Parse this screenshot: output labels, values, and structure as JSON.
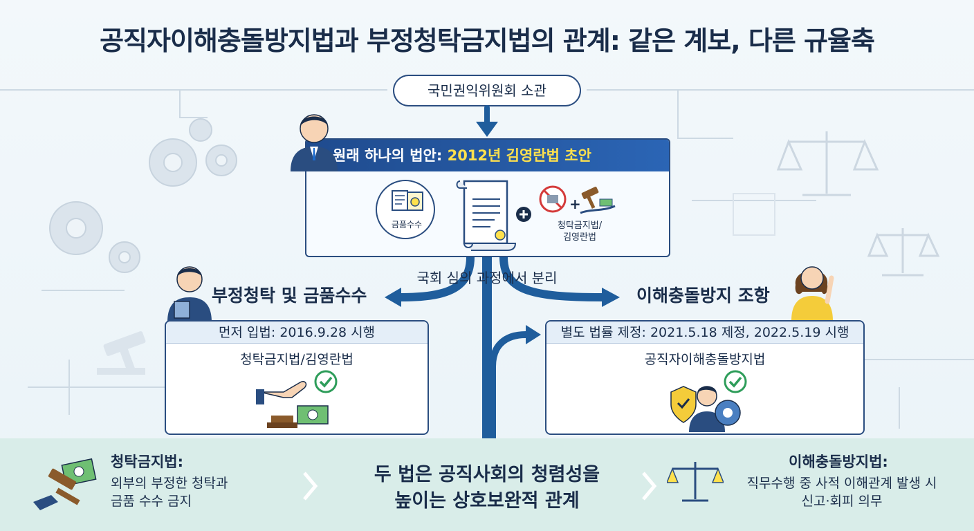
{
  "title": "공직자이해충돌방지법과 부정청탁금지법의 관계: 같은 계보, 다른 규율축",
  "top_pill": "국민권익위원회 소관",
  "origin": {
    "head_prefix": "원래 하나의 법안: ",
    "head_highlight": "2012년 김영란법 초안",
    "left_icon_label": "금품수수",
    "right_icon_label_1": "청탁금지법/",
    "right_icon_label_2": "김영란법"
  },
  "split_label": "국회 심의 과정에서 분리",
  "left_branch": {
    "title": "부정청탁 및 금품수수",
    "card_head": "먼저 입법: 2016.9.28 시행",
    "card_sub": "청탁금지법/김영란법"
  },
  "right_branch": {
    "title": "이해충돌방지 조항",
    "card_head": "별도 법률 제정: 2021.5.18 제정, 2022.5.19 시행",
    "card_sub": "공직자이해충돌방지법"
  },
  "bottom": {
    "left_title": "청탁금지법:",
    "left_line1": "외부의 부정한 청탁과",
    "left_line2": "금품 수수 금지",
    "center_line1": "두 법은 공직사회의 청렴성을",
    "center_line2": "높이는 상호보완적 관계",
    "right_title": "이해충돌방지법:",
    "right_line1": "직무수행 중 사적 이해관계 발생 시",
    "right_line2": "신고·회피 의무"
  },
  "colors": {
    "navy": "#1f4b8e",
    "flow_blue": "#1f5d9c",
    "highlight": "#ffe14d",
    "check_green": "#2e9d5a",
    "bottom_band": "#d9ede9"
  },
  "icons": [
    "gear-icon",
    "scale-icon",
    "gavel-icon",
    "document-icon",
    "plus-icon",
    "checkmark-icon",
    "money-icon",
    "shield-icon",
    "person-icon"
  ]
}
